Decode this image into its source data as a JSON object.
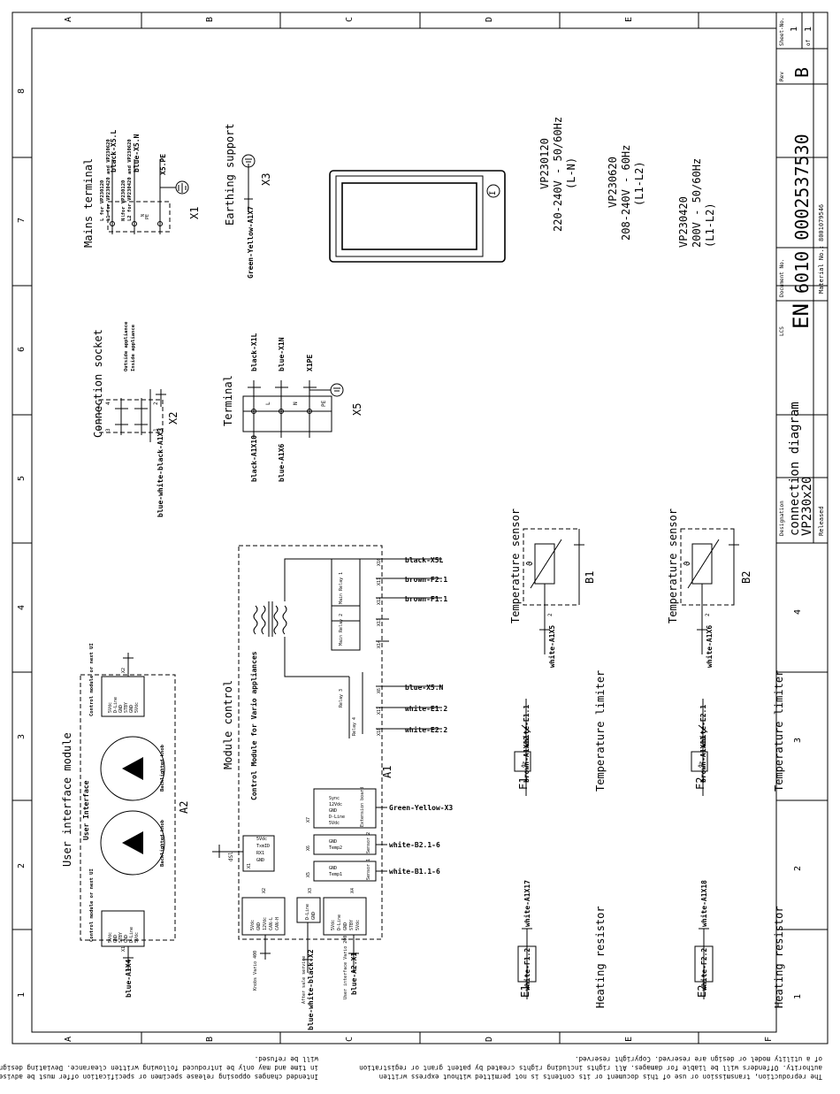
{
  "grid": {
    "cols": [
      "A",
      "B",
      "C",
      "D",
      "E",
      "F"
    ],
    "rows": [
      "8",
      "7",
      "6",
      "5",
      "4",
      "3",
      "2",
      "1"
    ]
  },
  "title_block": {
    "designation_label": "Designation",
    "designation_line1": "connection diagram",
    "designation_line2": "VP230x20",
    "lcs_label": "LCS",
    "language": "EN",
    "document_no_label": "Document No.",
    "document_no": "6010 0002537530",
    "material_no": "Material No.: 8001079546",
    "rev_label": "Rev",
    "revision": "B",
    "sheet_label": "Sheet-No.",
    "sheet_no": "1",
    "of_label": "of",
    "sheet_total": "1",
    "status": "Released"
  },
  "footer": {
    "left_lines": [
      "Intended changes opposing release specimen or specification offer must be advised",
      "in time and may only be introduced following written clearance. Deviating designs",
      "will be refused."
    ],
    "right_lines": [
      "The reproduction, transmission or use of this document or its contents is not permitted without express written",
      "authority. Offenders will be liable for damages. All rights including rights created by patent grant or registration",
      "of a utility model or design are reserved. Copyright reserved."
    ]
  },
  "mains_terminal": {
    "title": "Mains terminal",
    "l_note1": "L for VP230120",
    "l_note2": "L1 for VP230420 and VP230620",
    "n_note1": "N for VP230120",
    "n_note2": "L2 for VP230420 and VP230620",
    "w1": "black-X5.L",
    "w2": "blue-X5.N",
    "w3": "X5.PE",
    "pin_l": "L",
    "pin_n": "N",
    "pin_pe": "PE",
    "ref": "X1"
  },
  "earthing": {
    "title": "Earthing support",
    "wire": "Green-Yellow-A1X7",
    "ref": "X3"
  },
  "display": {
    "power_symbol": "I"
  },
  "variants": [
    {
      "model": "VP230120",
      "spec": "220-240V  -  50/60Hz",
      "conn": "(L-N)"
    },
    {
      "model": "VP230620",
      "spec": "208-240V  -  60Hz",
      "conn": "(L1-L2)"
    },
    {
      "model": "VP230420",
      "spec": "200V  -  50/60Hz",
      "conn": "(L1-L2)"
    }
  ],
  "connection_socket": {
    "title": "Connection socket",
    "outside": "Outside appliance",
    "inside": "Inside appliance",
    "wire": "blue-white-black-A1X3",
    "ref": "X2",
    "pins": [
      "1",
      "2",
      "3",
      "4"
    ]
  },
  "terminal_x5": {
    "title": "Terminal",
    "pins": [
      "L",
      "N",
      "PE"
    ],
    "left_wires": [
      "black-A1X10",
      "blue-A1X6"
    ],
    "right_wires": [
      "black-X1L",
      "blue-X1N",
      "X1PE"
    ],
    "ref": "X5"
  },
  "sensors": [
    {
      "title": "Temperature sensor",
      "wire": "white-A1X5",
      "ref": "B1",
      "theta": "ϑ",
      "pin": "2"
    },
    {
      "title": "Temperature sensor",
      "wire": "white-A1X6",
      "ref": "B2",
      "theta": "ϑ",
      "pin": "2"
    }
  ],
  "limiters": [
    {
      "title": "Temperature limiter",
      "left_wire": "brown-A1X12",
      "right_wire": "white-E1.1",
      "ref": "F1",
      "sym": "ϑ>"
    },
    {
      "title": "Temperature limiter",
      "left_wire": "brown-A1X11",
      "right_wire": "white-E2.1",
      "ref": "F2",
      "sym": "ϑ>"
    }
  ],
  "resistors": [
    {
      "title": "Heating resistor",
      "left_wire": "white-F1.2",
      "right_wire": "white-A1X17",
      "ref": "E1"
    },
    {
      "title": "Heating resistor",
      "left_wire": "white-F2.2",
      "right_wire": "white-A1X18",
      "ref": "E2"
    }
  ],
  "module_control": {
    "title": "Module control",
    "subtitle": "Control Module for Vario appliances",
    "ref": "A1",
    "outputs": [
      {
        "pin": "X10",
        "wire": "black-X5L"
      },
      {
        "pin": "X11",
        "wire": "brown-F2.1"
      },
      {
        "pin": "X12",
        "wire": "brown-F1.1"
      },
      {
        "pin": "X13",
        "wire": ""
      },
      {
        "pin": "X14",
        "wire": ""
      },
      {
        "pin": "X6",
        "wire": "blue-X5.N"
      },
      {
        "pin": "X17",
        "wire": "white-E1.2"
      },
      {
        "pin": "X18",
        "wire": "white-E2.2"
      }
    ],
    "relays": [
      "Main Relay 1",
      "Main Relay 2",
      "Relay 3",
      "Relay 4"
    ],
    "ext_board": {
      "pin": "X7",
      "label": "Extension board",
      "lines": [
        "5Vdc",
        "D-Line",
        "GND",
        "12Vdc",
        "Sync"
      ],
      "wire": "Green-Yellow-X3"
    },
    "sensor2": {
      "pin": "X6",
      "label": "Sensor 2",
      "lines": [
        "Temp2",
        "GND"
      ],
      "wire": "white-B2.1-6"
    },
    "sensor1": {
      "pin": "X5",
      "label": "Sensor 1",
      "lines": [
        "Temp1",
        "GND"
      ],
      "wire": "white-B1.1-6"
    },
    "service": {
      "pin": "X1",
      "label": "dSl",
      "lines": [
        "5Vdc",
        "TxmID",
        "RX1",
        "GND"
      ]
    },
    "knobs": {
      "pin": "X2",
      "label": "Knobs Vario 400",
      "lines": [
        "5Vdc",
        "GND",
        "12Vdc",
        "CAN-L",
        "CAN-H"
      ]
    },
    "after_sale": {
      "pin": "X3",
      "label": "After sale service",
      "lines": [
        "D-Line",
        "GND"
      ],
      "wire": "blue-white-black-X2"
    },
    "ui_vario": {
      "pin": "X4",
      "label": "User interface Vario 200",
      "lines": [
        "5Vdc",
        "D-Line",
        "GND",
        "STBY",
        "5Vdc"
      ],
      "wire": "blue-A2.X1"
    }
  },
  "ui_module": {
    "title": "User interface module",
    "subtitle": "User Interface",
    "ref": "A2",
    "knob_label": "Backlighted knob",
    "cm_label": "Control module or next UI",
    "x1_lines": [
      "5Vdc",
      "GND",
      "STBY",
      "GND",
      "D-Line",
      "5Vdc"
    ],
    "x2_lines": [
      "5Vdc",
      "D-Line",
      "GND",
      "STBY",
      "GND",
      "5Vdc"
    ],
    "x1_pin": "X1",
    "x2_pin": "X2",
    "wire": "blue-A1X4"
  }
}
